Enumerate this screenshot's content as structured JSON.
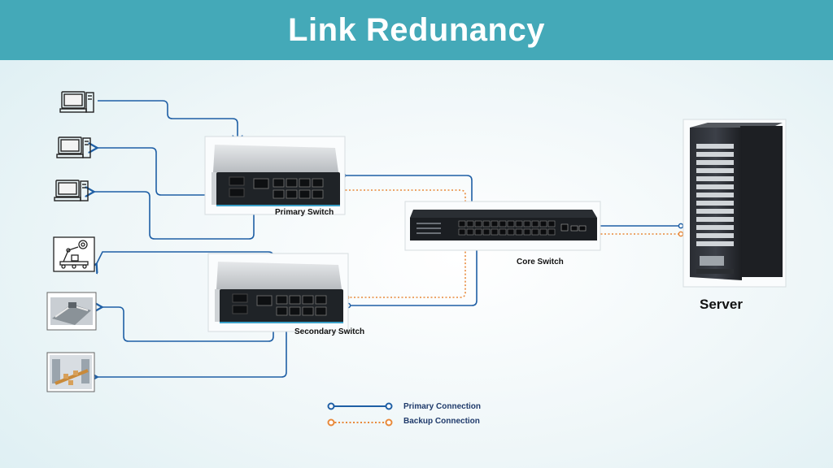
{
  "header": {
    "title": "Link Redunancy"
  },
  "devices": {
    "primary_switch": "Primary Switch",
    "secondary_switch": "Secondary Switch",
    "core_switch": "Core Switch",
    "server": "Server"
  },
  "legend": {
    "primary": "Primary Connection",
    "backup": "Backup Connection"
  },
  "colors": {
    "header": "#44a9b8",
    "primary_line": "#1f5fa5",
    "backup_line": "#e8893a"
  },
  "icons": [
    "computer-icon",
    "computer-icon",
    "computer-icon",
    "robot-factory-icon",
    "conveyor-icon",
    "warehouse-icon"
  ]
}
